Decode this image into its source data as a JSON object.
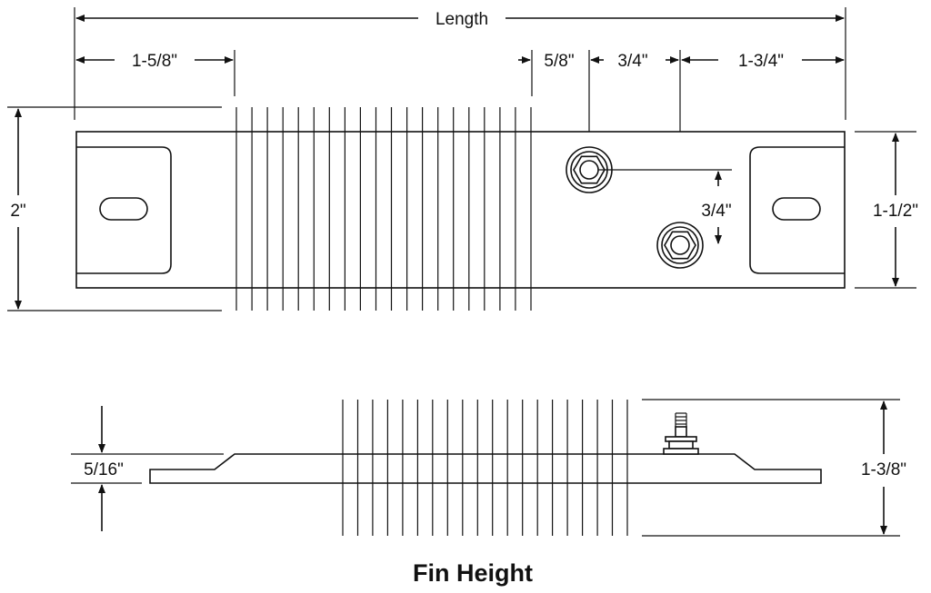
{
  "diagram": {
    "top_view": {
      "length_label": "Length",
      "left_end_label": "1-5/8\"",
      "fin_gap_label": "5/8\"",
      "stud_spacing_label": "3/4\"",
      "right_end_label": "1-3/4\"",
      "overall_height_label": "2\"",
      "body_height_label": "1-1/2\"",
      "stud_offset_label": "3/4\""
    },
    "side_view": {
      "thickness_label": "5/16\"",
      "height_label": "1-3/8\""
    },
    "caption": "Fin Height",
    "fin_count": 20
  }
}
